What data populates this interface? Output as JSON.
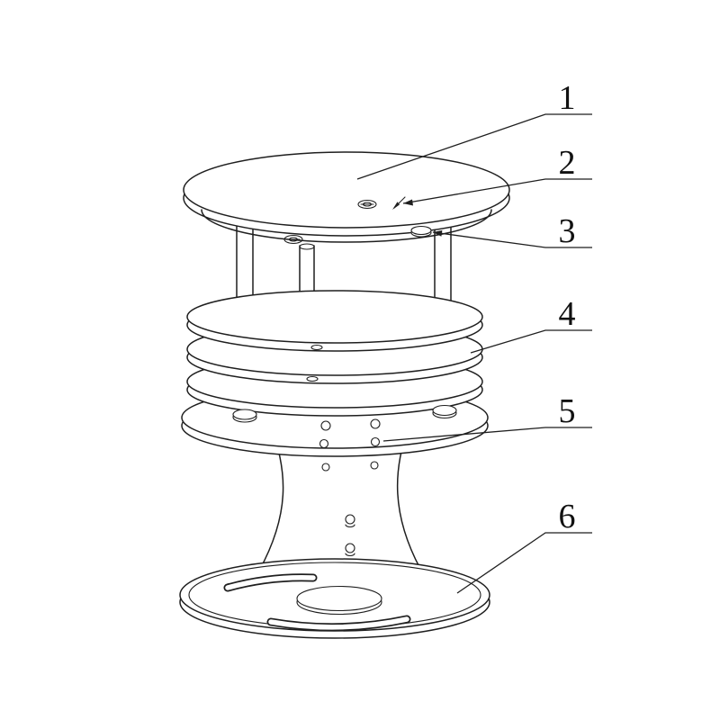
{
  "colors": {
    "background": "#ffffff",
    "line": "#1f1f1f"
  },
  "diagram": {
    "callouts": [
      {
        "number": "1"
      },
      {
        "number": "2"
      },
      {
        "number": "3"
      },
      {
        "number": "4"
      },
      {
        "number": "5"
      },
      {
        "number": "6"
      }
    ]
  }
}
